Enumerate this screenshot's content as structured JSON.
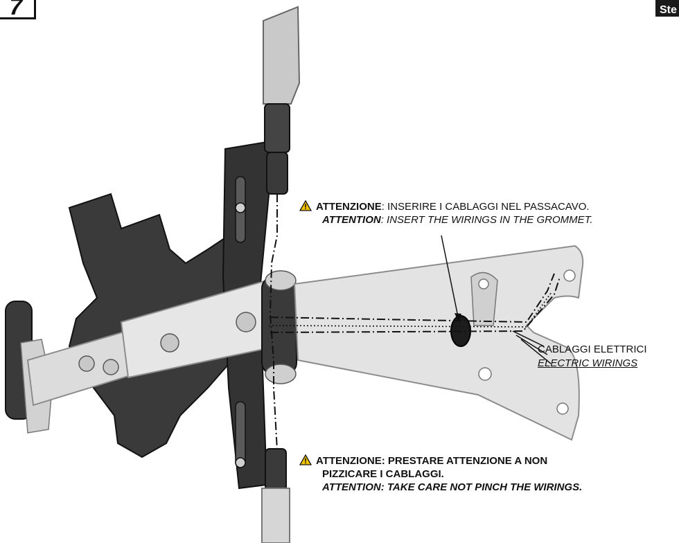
{
  "step": {
    "number": "7"
  },
  "corner_tag": {
    "text": "Ste"
  },
  "colors": {
    "plate_dark": "#3a3a3a",
    "bracket_light": "#d9d9d9",
    "bracket_edge": "#8c8c8c",
    "warning_yellow": "#f2c200",
    "ink": "#111111"
  },
  "notes": {
    "top": {
      "it_bold": "ATTENZIONE",
      "it_rest": ": INSERIRE I CABLAGGI NEL PASSACAVO.",
      "en_bold": "ATTENTION",
      "en_rest": ": INSERT THE WIRINGS IN THE GROMMET."
    },
    "bottom": {
      "it_line1": "ATTENZIONE: PRESTARE ATTENZIONE A NON",
      "it_line2": "PIZZICARE I CABLAGGI.",
      "en_line": "ATTENTION: TAKE CARE NOT PINCH THE WIRINGS."
    },
    "wiring": {
      "it": "CABLAGGI ELETTRICI",
      "en": "ELECTRIC WIRINGS"
    }
  },
  "icons": {
    "warning": "warning-triangle-icon"
  }
}
